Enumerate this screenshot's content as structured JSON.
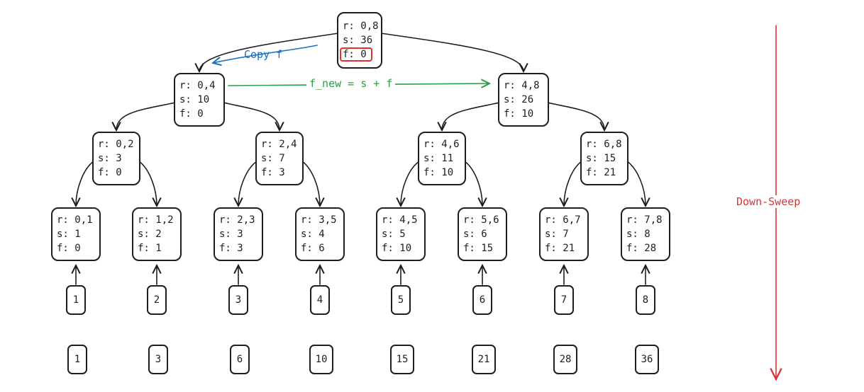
{
  "levels": [
    [
      {
        "r": "0,8",
        "s": "36",
        "f": "0"
      }
    ],
    [
      {
        "r": "0,4",
        "s": "10",
        "f": "0"
      },
      {
        "r": "4,8",
        "s": "26",
        "f": "10"
      }
    ],
    [
      {
        "r": "0,2",
        "s": "3",
        "f": "0"
      },
      {
        "r": "2,4",
        "s": "7",
        "f": "3"
      },
      {
        "r": "4,6",
        "s": "11",
        "f": "10"
      },
      {
        "r": "6,8",
        "s": "15",
        "f": "21"
      }
    ],
    [
      {
        "r": "0,1",
        "s": "1",
        "f": "0"
      },
      {
        "r": "1,2",
        "s": "2",
        "f": "1"
      },
      {
        "r": "2,3",
        "s": "3",
        "f": "3"
      },
      {
        "r": "3,5",
        "s": "4",
        "f": "6"
      },
      {
        "r": "4,5",
        "s": "5",
        "f": "10"
      },
      {
        "r": "5,6",
        "s": "6",
        "f": "15"
      },
      {
        "r": "6,7",
        "s": "7",
        "f": "21"
      },
      {
        "r": "7,8",
        "s": "8",
        "f": "28"
      }
    ]
  ],
  "field_labels": {
    "r": "r:",
    "s": "s:",
    "f": "f:"
  },
  "inputs": [
    "1",
    "2",
    "3",
    "4",
    "5",
    "6",
    "7",
    "8"
  ],
  "outputs": [
    "1",
    "3",
    "6",
    "10",
    "15",
    "21",
    "28",
    "36"
  ],
  "annotations": {
    "copy_f": "Copy f",
    "f_new": "f_new = s + f",
    "down_sweep": "Down-Sweep"
  },
  "colors": {
    "ink": "#1e1e1e",
    "blue": "#1971c2",
    "green": "#2f9e44",
    "red": "#e03131"
  }
}
